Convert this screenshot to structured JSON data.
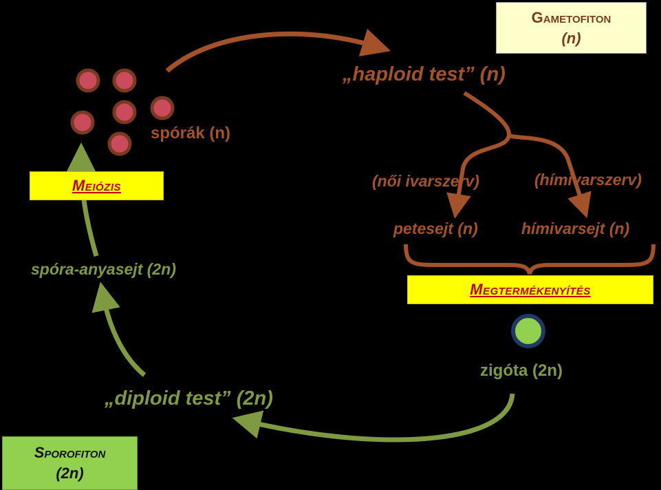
{
  "gametofiton": {
    "title": "Gametofiton",
    "ploidy": "(n)"
  },
  "sporofiton": {
    "title": "Sporofiton",
    "ploidy": "(2n)"
  },
  "haploid_test": "„haploid test” (n)",
  "diploid_test": "„diploid test” (2n)",
  "spores": "spórák (n)",
  "meiozis": "Meiózis",
  "spora_anyasejt": "spóra-anyasejt (2n)",
  "noi_ivarszerv": "(női ivarszerv)",
  "himivarszerv": "(hímivarszerv)",
  "petesejt": "petesejt (n)",
  "himivarsejt": "hímivarsejt (n)",
  "megtermekenyites": "Megtermékenyítés",
  "zigota": "zigóta (2n)",
  "colors": {
    "brown": "#a4522a",
    "green": "#7f9a41",
    "spore_fill": "#c94b5c",
    "spore_ring": "#7a3a1e",
    "zygote_fill": "#92d050",
    "zygote_ring": "#1f3864",
    "highlight": "#ffff00",
    "label_red": "#c00000",
    "gametofiton_bg": "#ffffcc",
    "sporofiton_bg": "#92d050"
  }
}
